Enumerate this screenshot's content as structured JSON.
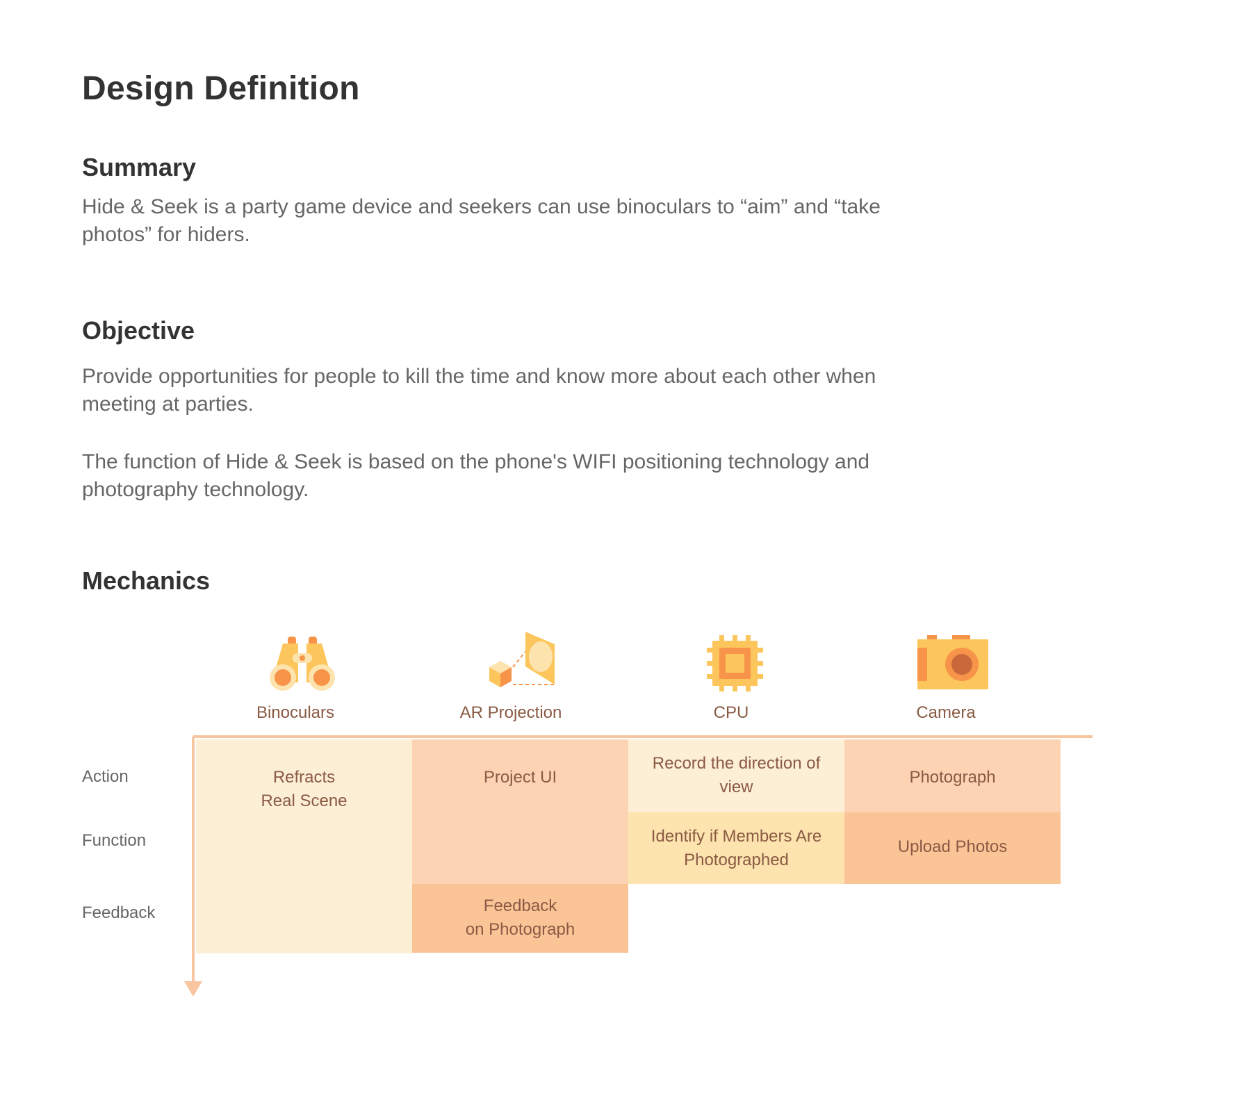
{
  "page": {
    "title": "Design Definition"
  },
  "summary": {
    "heading": "Summary",
    "text": "Hide & Seek is a party game device and seekers can use binoculars to “aim” and “take photos” for hiders."
  },
  "objective": {
    "heading": "Objective",
    "text1": "Provide opportunities for people to kill the time and know more about each other when meeting at parties.",
    "text2": "The function of Hide & Seek is based on the phone's WIFI positioning technology and photography technology."
  },
  "mechanics": {
    "heading": "Mechanics",
    "columns": [
      {
        "label": "Binoculars",
        "icon": "binoculars-icon"
      },
      {
        "label": "AR Projection",
        "icon": "ar-projection-icon"
      },
      {
        "label": "CPU",
        "icon": "cpu-icon"
      },
      {
        "label": "Camera",
        "icon": "camera-icon"
      }
    ],
    "rows": [
      "Action",
      "Function",
      "Feedback"
    ],
    "cells": {
      "binoculars": "Refracts\nReal Scene",
      "ar_action": "Project UI",
      "ar_feedback": "Feedback\non Photograph",
      "cpu_action": "Record the direction of\nview",
      "cpu_function": "Identify if Members Are\nPhotographed",
      "camera_action": "Photograph",
      "camera_function": "Upload Photos"
    },
    "colors": {
      "light": "#fdefd6",
      "peach": "#fcd4b4",
      "yellow": "#fde3ad",
      "orange": "#fbc497",
      "axis": "#f7c59f",
      "icon_yellow": "#fdc65c",
      "icon_orange": "#f7944a"
    }
  }
}
